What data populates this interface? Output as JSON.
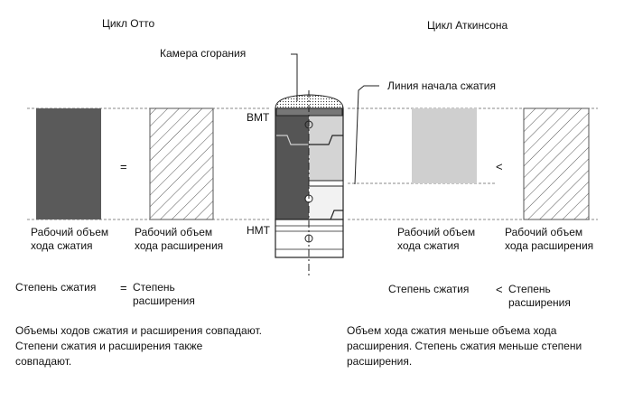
{
  "otto": {
    "title": "Цикл Отто",
    "compression_volume_label": "Рабочий объем\nхода сжатия",
    "expansion_volume_label": "Рабочий объем\nхода расширения",
    "volume_relation": "=",
    "ratio_compression_label": "Степень сжатия",
    "ratio_relation": "=",
    "ratio_expansion_label": "Степень\nрасширения",
    "summary": "Объемы ходов сжатия и расширения совпадают.\nСтепени сжатия и расширения также\nсовпадают."
  },
  "atkinson": {
    "title": "Цикл Аткинсона",
    "compression_volume_label": "Рабочий объем\nхода сжатия",
    "expansion_volume_label": "Рабочий объем\nхода расширения",
    "volume_relation": "<",
    "ratio_compression_label": "Степень сжатия",
    "ratio_relation": "<",
    "ratio_expansion_label": "Степень\nрасширения",
    "summary": "Объем хода сжатия меньше объема хода\nрасширения. Степень сжатия меньше степени\nрасширения."
  },
  "engine": {
    "combustion_chamber_label": "Камера сгорания",
    "compression_start_line_label": "Линия начала сжатия",
    "tdc_label": "ВМТ",
    "bdc_label": "НМТ"
  },
  "colors": {
    "otto_compression_fill": "#5a5a5a",
    "atkinson_compression_fill": "#cfcfcf",
    "hatch": "#555555",
    "guide_line": "#777777"
  }
}
